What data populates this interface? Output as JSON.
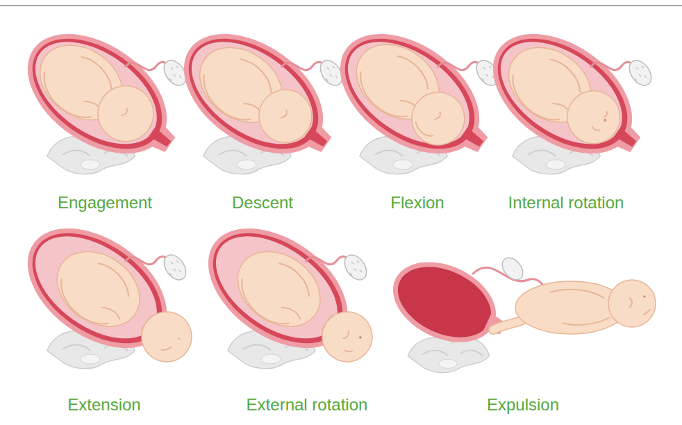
{
  "diagram": {
    "labels": [
      "Engagement",
      "Descent",
      "Flexion",
      "Internal rotation",
      "Extension",
      "External rotation",
      "Expulsion"
    ]
  }
}
